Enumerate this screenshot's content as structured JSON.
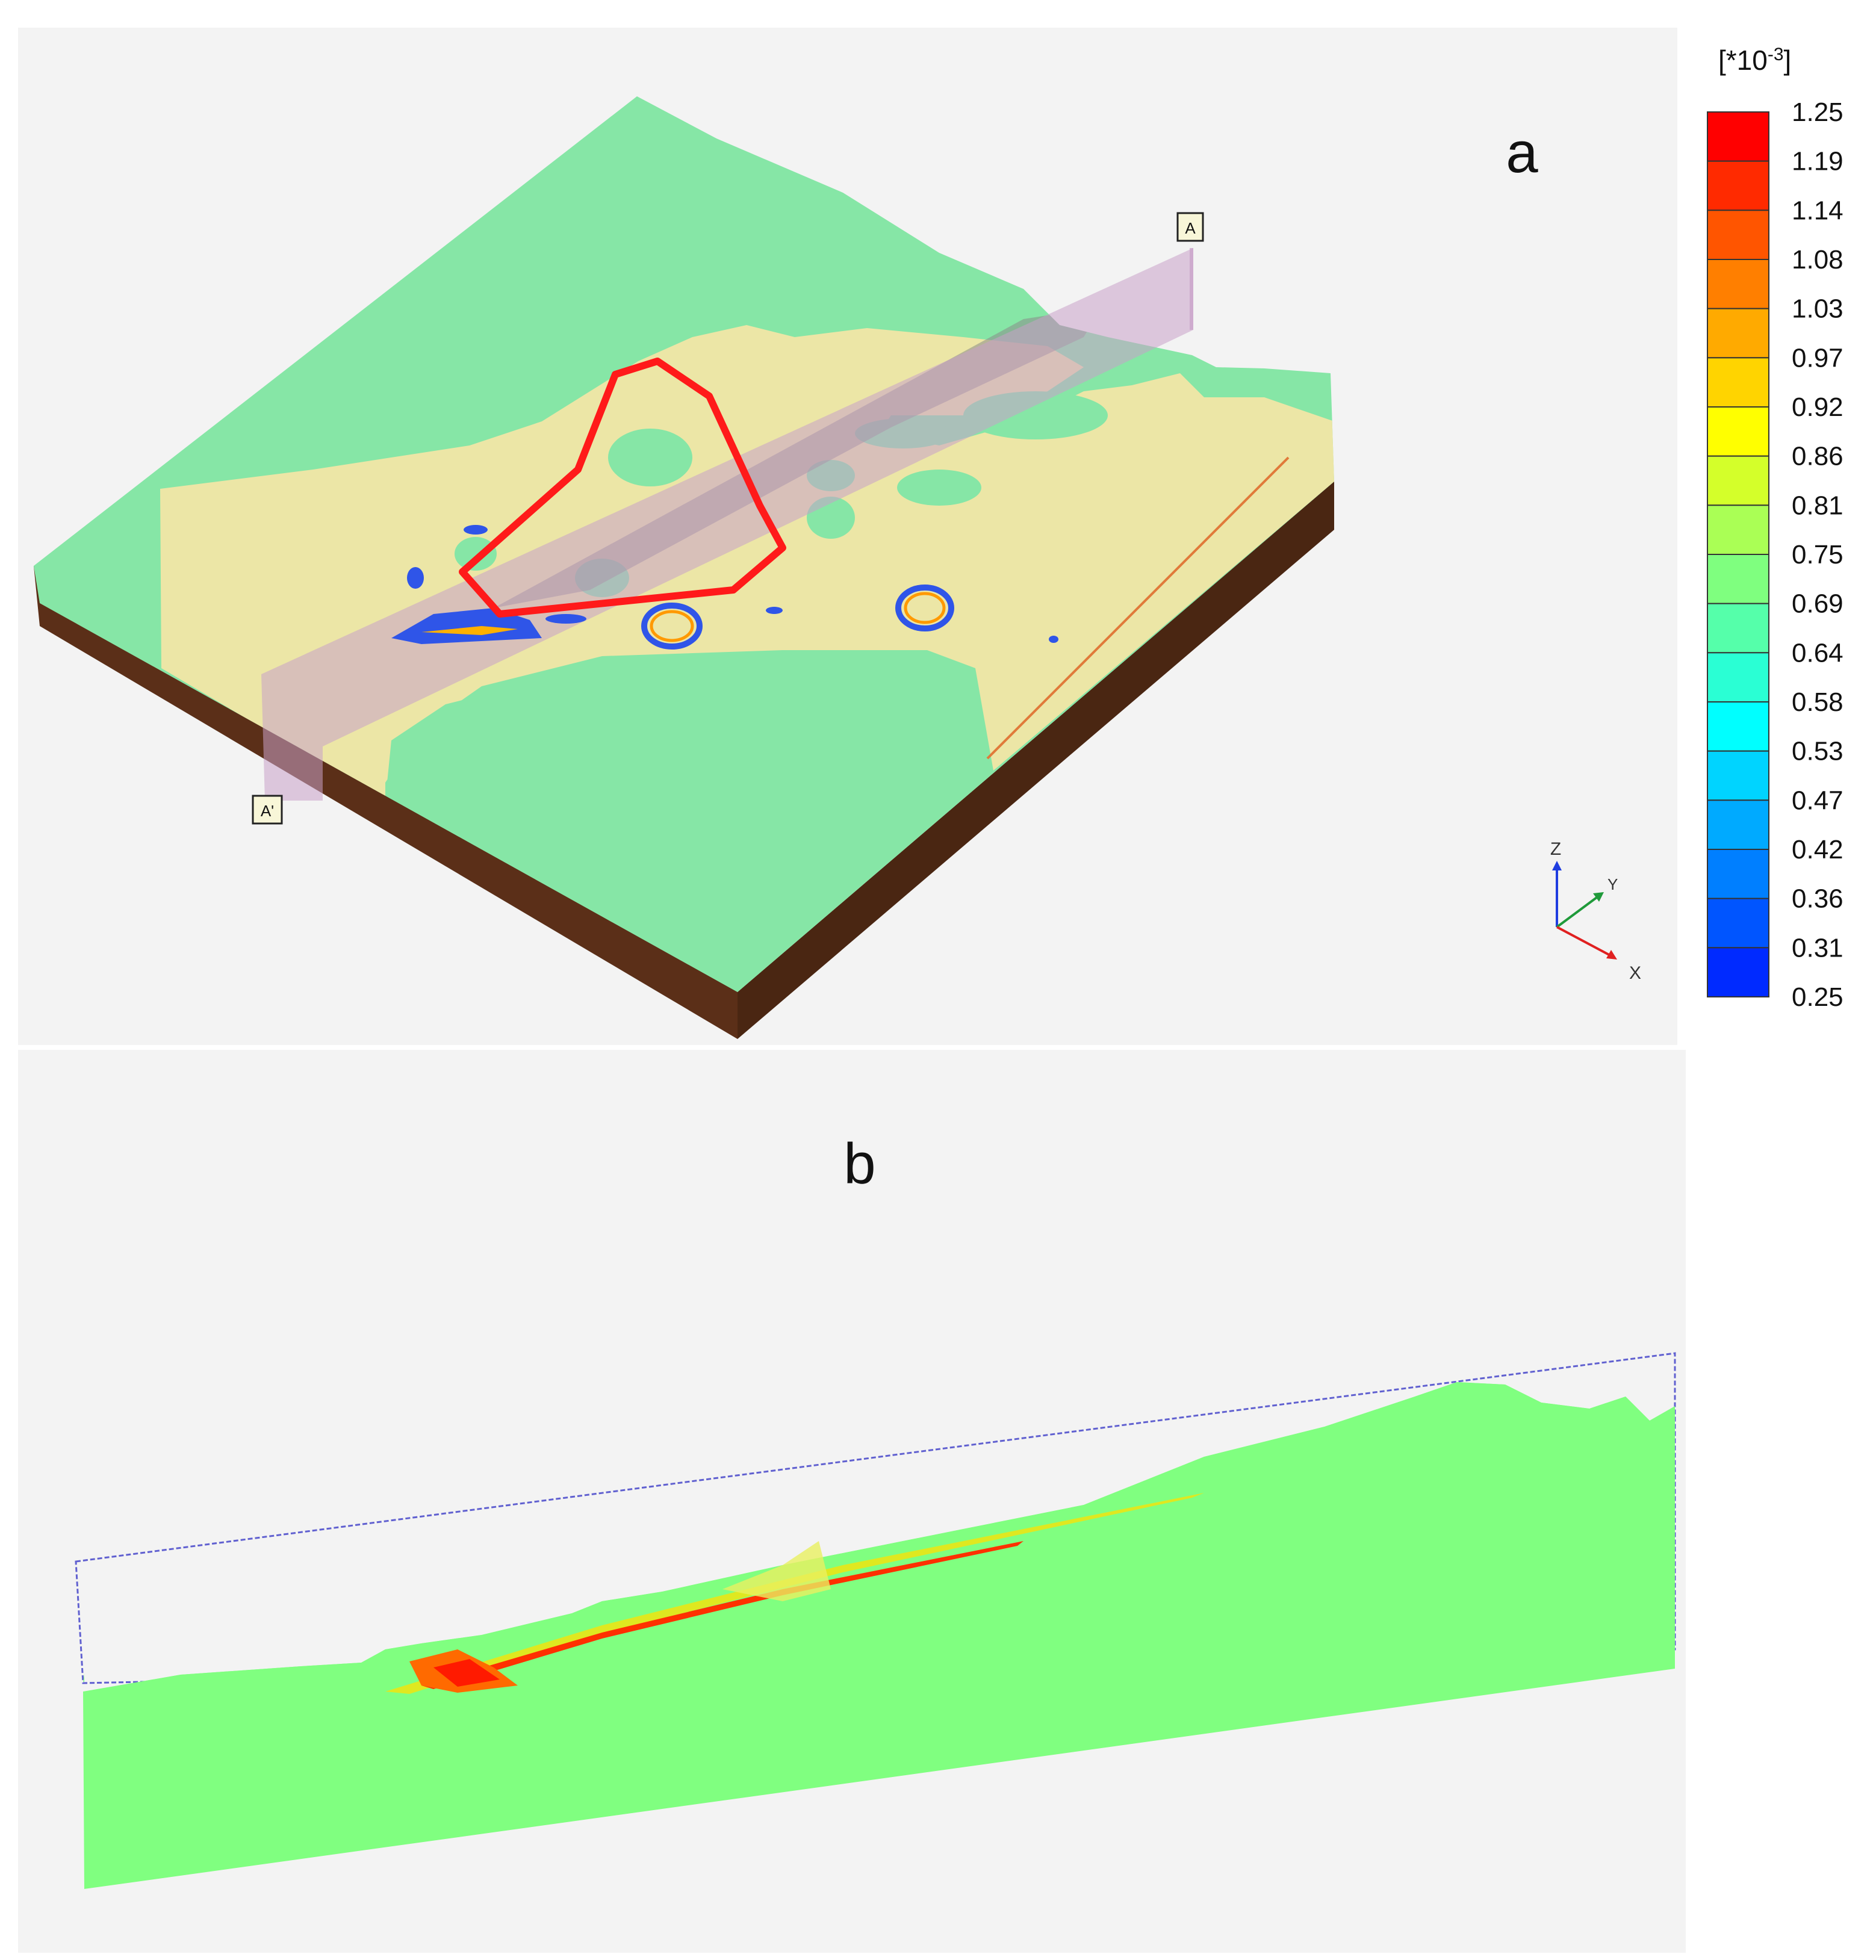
{
  "figure": {
    "panel_a_label": "a",
    "panel_b_label": "b",
    "section_start_marker": "A",
    "section_end_marker": "A'"
  },
  "axis_triad": {
    "z": "Z",
    "y": "Y",
    "x": "X"
  },
  "legend": {
    "unit_prefix": "[*10",
    "unit_exponent": "-3",
    "unit_suffix": "]",
    "ticks": [
      "1.25",
      "1.19",
      "1.14",
      "1.08",
      "1.03",
      "0.97",
      "0.92",
      "0.86",
      "0.81",
      "0.75",
      "0.69",
      "0.64",
      "0.58",
      "0.53",
      "0.47",
      "0.42",
      "0.36",
      "0.31",
      "0.25"
    ],
    "colors": [
      "#ff0000",
      "#ff2a00",
      "#ff5500",
      "#ff7f00",
      "#ffaa00",
      "#ffd400",
      "#ffff00",
      "#d4ff2a",
      "#aaff55",
      "#7fff7f",
      "#55ffaa",
      "#2affd4",
      "#00ffff",
      "#00d4ff",
      "#00aaff",
      "#007fff",
      "#0055ff",
      "#002aff"
    ]
  },
  "colors": {
    "terrain_green": "#86e6a6",
    "sand_yellow": "#ece6a6",
    "soil_brown": "#5b2f18",
    "section_plane": "#c8a0c8",
    "outline_red": "#ff1a1a",
    "section_fill_green": "#80ff80"
  }
}
